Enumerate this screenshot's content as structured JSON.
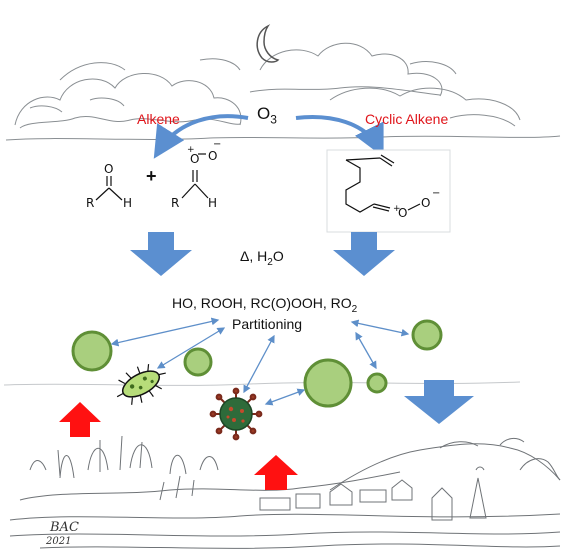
{
  "ozonolysis": {
    "oxidant": "O",
    "oxidant_subscript": "3",
    "left_path_label": "Alkene",
    "right_path_label": "Cyclic Alkene",
    "plus": "+",
    "conditions": "Δ, H",
    "conditions_subscript": "2",
    "conditions_end": "O"
  },
  "structures": {
    "aldehyde": {
      "O": "O",
      "R": "R",
      "H": "H"
    },
    "criegee": {
      "O": "O",
      "O_minus": "O",
      "R": "R",
      "H": "H",
      "plus_charge": "+",
      "minus_charge": "−"
    },
    "cyclic_product": {
      "O_plus": "O",
      "O_minus": "O",
      "plus_charge": "+",
      "minus_charge": "−"
    }
  },
  "products": {
    "line1": "HO, ROOH, RC(O)OOH, RO",
    "line1_subscript": "2",
    "line2": "Partitioning"
  },
  "signature": {
    "initials": "BAC",
    "year": "2021"
  },
  "colors": {
    "arrow_blue": "#5b8fd0",
    "flux_red": "#ff1111",
    "particle_fill": "#a9cf7e",
    "particle_stroke": "#5f8f36",
    "label_red": "#e0151b",
    "exchange_arrow": "#5e8fc9"
  },
  "icons": [
    "crescent-moon-icon",
    "bacterium-icon",
    "virus-icon"
  ]
}
